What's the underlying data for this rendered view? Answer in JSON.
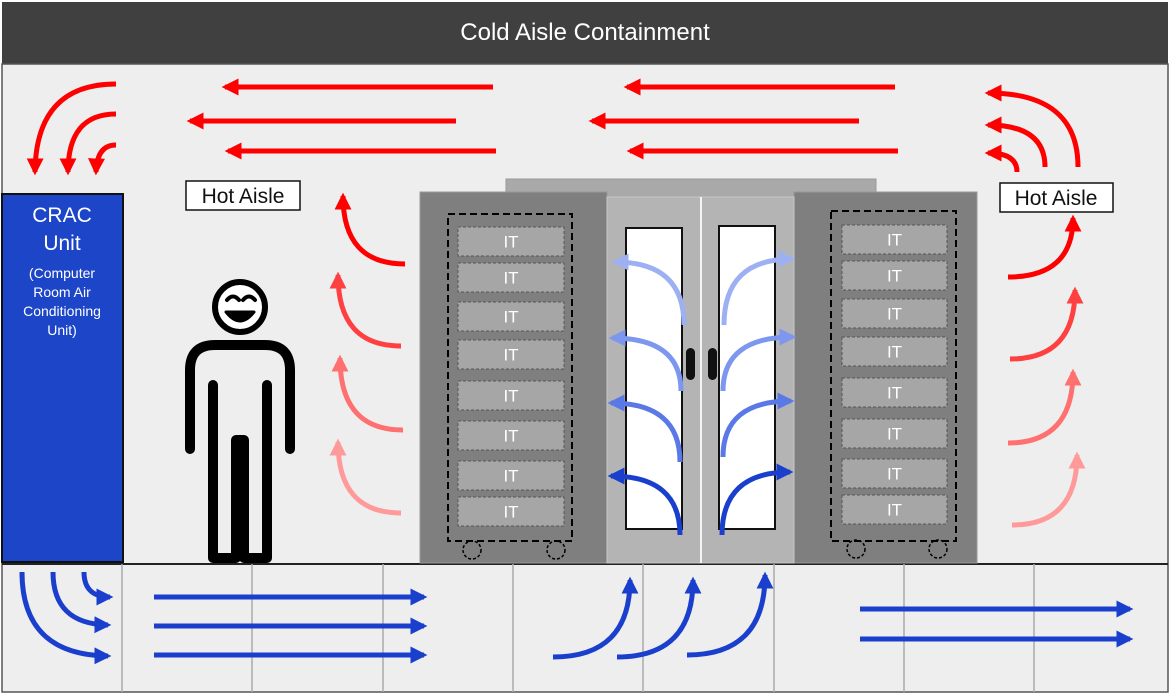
{
  "title": "Cold Aisle Containment",
  "labels": {
    "hot_aisle_left": "Hot Aisle",
    "hot_aisle_right": "Hot Aisle",
    "crac_title_line1": "CRAC",
    "crac_title_line2": "Unit",
    "crac_desc_line1": "(Computer",
    "crac_desc_line2": "Room Air",
    "crac_desc_line3": "Conditioning",
    "crac_desc_line4": "Unit)",
    "server_label": "IT"
  },
  "colors": {
    "hot": "#ff0000",
    "hot_fade": [
      "#ff0000",
      "#ff4040",
      "#ff7070",
      "#ff9a9a"
    ],
    "cold": "#1a3fcc",
    "cold_fade": [
      "#9db0f2",
      "#7d96ee",
      "#5a78e6",
      "#1a3fcc"
    ],
    "crac": "#1d45c8",
    "title_bar": "#404040"
  },
  "icons": [
    "person-icon",
    "smiley-face-icon",
    "door-handle-icon",
    "caster-wheel-icon"
  ]
}
